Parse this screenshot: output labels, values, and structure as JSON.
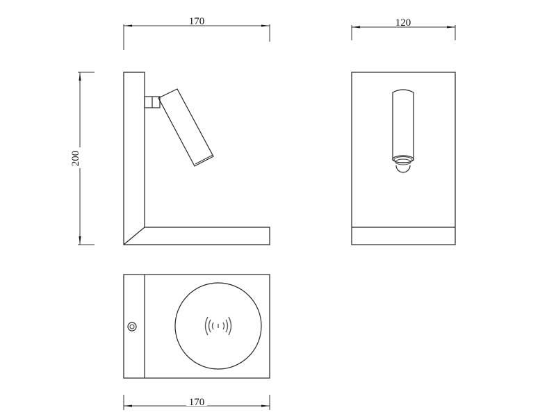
{
  "drawing": {
    "title": "Wall lamp technical drawing",
    "stroke_color": "#222222",
    "background": "#ffffff",
    "units": "mm"
  },
  "side_view": {
    "width_dim": "170",
    "height_dim": "200"
  },
  "front_view": {
    "width_dim": "120"
  },
  "top_view": {
    "width_dim": "170",
    "wireless_charging_icon": "wireless-charging-icon",
    "switch_icon": "touch-switch-icon"
  }
}
